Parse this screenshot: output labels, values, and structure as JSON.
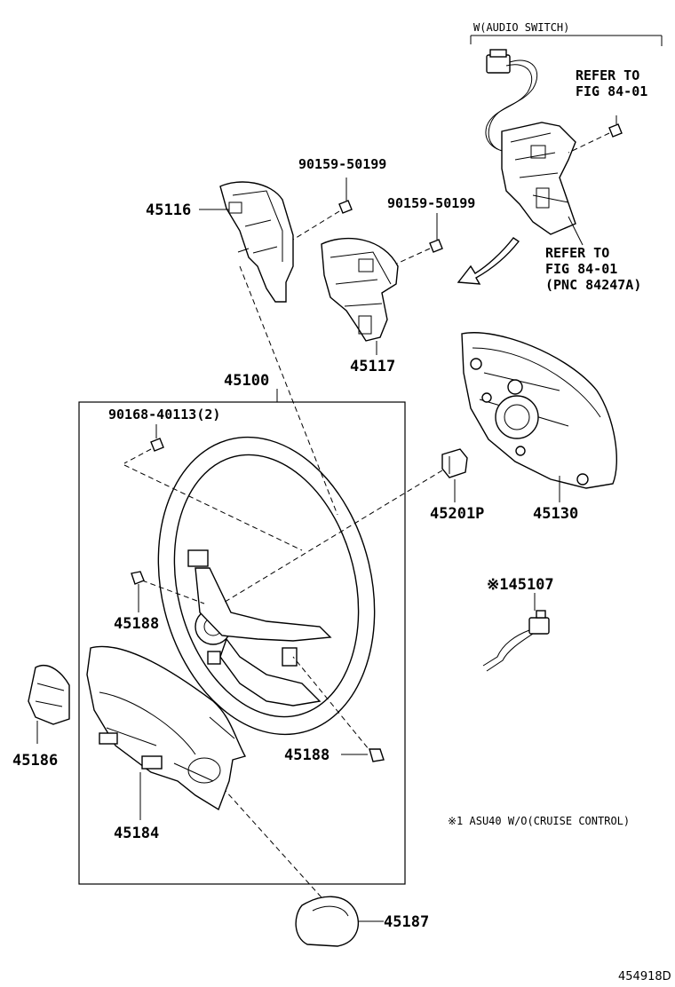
{
  "audio_switch_header": "W(AUDIO SWITCH)",
  "refer_1": {
    "line1": "REFER TO",
    "line2": "FIG 84-01"
  },
  "refer_2": {
    "line1": "REFER TO",
    "line2": "FIG 84-01",
    "line3": "(PNC 84247A)"
  },
  "parts": {
    "p90159_a": "90159-50199",
    "p90159_b": "90159-50199",
    "p45116": "45116",
    "p45117": "45117",
    "p45100": "45100",
    "p90168": "90168-40113(2)",
    "p45201p": "45201P",
    "p45130": "45130",
    "p45107": "※145107",
    "p45188_a": "45188",
    "p45188_b": "45188",
    "p45186": "45186",
    "p45184": "45184",
    "p45187": "45187"
  },
  "footnote": "※1 ASU40 W/O(CRUISE CONTROL)",
  "diagram_id": "454918D"
}
